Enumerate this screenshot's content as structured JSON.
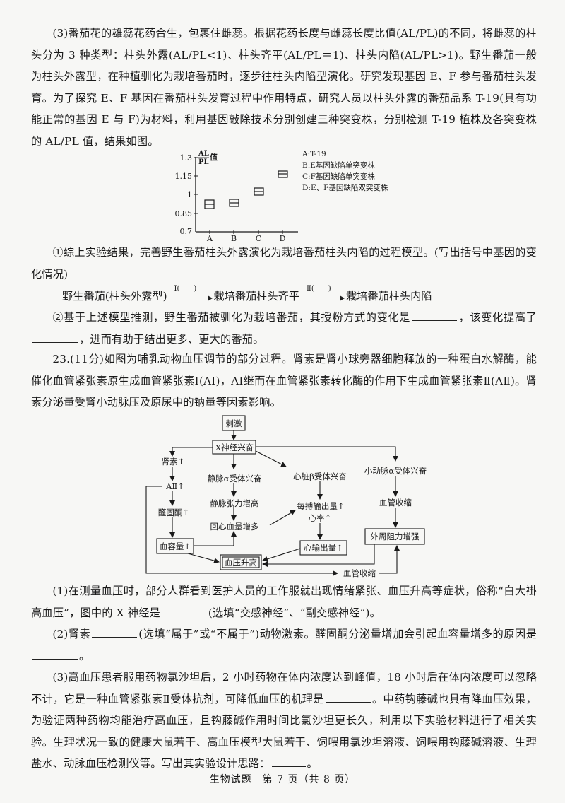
{
  "q22_part3": {
    "intro": "(3)番茄花的雄蕊花药合生，包裹住雌蕊。根据花药长度与雌蕊长度比值(AL/PL)的不同，将雌蕊的柱头分为 3 种类型：柱头外露(AL/PL<1)、柱头齐平(AL/PL＝1)、柱头内陷(AL/PL>1)。野生番茄一般为柱头外露型，在种植驯化为栽培番茄时，逐步往柱头内陷型演化。研究发现基因 E、F 参与番茄柱头发育。为了探究 E、F 基因在番茄柱头发育过程中作用特点，研究人员以柱头外露的番茄品系 T-19(具有功能正常的基因 E 与 F)为材料，利用基因敲除技术分别创建三种突变株，分别检测 T-19 植株及各突变株的 AL/PL 值，结果如图。",
    "sub1": "①综上实验结果，完善野生番茄柱头外露演化为栽培番茄柱头内陷的过程模型。(写出括号中基因的变化情况)",
    "model": {
      "start": "野生番茄(柱头外露型)",
      "arrow1_label": "Ⅰ(　　)",
      "middle": "栽培番茄柱头齐平",
      "arrow2_label": "Ⅱ(　　)",
      "end": "栽培番茄柱头内陷"
    },
    "sub2_a": "②基于上述模型推测，野生番茄被驯化为栽培番茄，其授粉方式的变化是",
    "sub2_b": "，该变化提高了",
    "sub2_c": "，进而有助于结出更多、更大的番茄。"
  },
  "chart_data": {
    "type": "scatter",
    "title": "",
    "xlabel": "",
    "ylabel": "AL/PL值",
    "categories": [
      "A",
      "B",
      "C",
      "D"
    ],
    "values": [
      0.92,
      0.93,
      1.01,
      1.16
    ],
    "yticks": [
      0.7,
      0.85,
      1,
      1.15,
      1.3
    ],
    "ylim": [
      0.7,
      1.3
    ],
    "grid": false,
    "marker": "box-with-midline",
    "legend": [
      "A:T-19",
      "B:E基因缺陷单突变株",
      "C:F基因缺陷单突变株",
      "D:E、F基因缺陷双突变株"
    ],
    "legend_position": "right"
  },
  "q23": {
    "intro": "23.(11分)如图为哺乳动物血压调节的部分过程。肾素是肾小球旁器细胞释放的一种蛋白水解酶，能催化血管紧张素原生成血管紧张素Ⅰ(AⅠ)，AⅠ继而在血管紧张素转化酶的作用下生成血管紧张素Ⅱ(AⅡ)。肾素分泌量受肾小动脉压及原尿中的钠量等因素影响。",
    "diagram": {
      "stimulus": "刺激",
      "x_nerve": "X神经兴奋",
      "renin": "肾素↑",
      "a2": "AⅡ↑",
      "aldosterone": "醛固酮↑",
      "blood_volume": "血容量↑",
      "bp_rise": "血压升高",
      "vein_alpha": "静脉α受体兴奋",
      "vein_tension": "静脉张力增高",
      "venous_return": "回心血量增多",
      "heart_beta": "心脏β受体兴奋",
      "stroke_volume": "每搏输出量↑",
      "heart_rate": "心率↑",
      "cardiac_output": "心输出量↑",
      "arteriole_alpha": "小动脉α受体兴奋",
      "vasoconstriction": "血管收缩",
      "peripheral_resistance": "外周阻力增强",
      "vasoconstriction_bottom": "血管收缩"
    },
    "p1_a": "(1)在测量血压时，部分人群看到医护人员的工作服就出现情绪紧张、血压升高等症状，俗称“白大褂高血压”，图中的 X 神经是",
    "p1_b": "(选填“交感神经”、“副交感神经”)。",
    "p2_a": "(2)肾素",
    "p2_b": "(选填“属于”或“不属于”)动物激素。醛固酮分泌量增加会引起血容量增多的原因是",
    "p2_c": "。",
    "p3_a": "(3)高血压患者服用药物氯沙坦后，2 小时药物在体内浓度达到峰值，18 小时后在体内浓度可以忽略不计，它是一种血管紧张素Ⅱ受体抗剂，可降低血压的机理是",
    "p3_b": "。中药钩藤碱也具有降血压效果，为验证两种药物均能治疗高血压，且钩藤碱作用时间比氯沙坦更长久，利用以下实验材料进行了相关实验。生理状况一致的健康大鼠若干、高血压模型大鼠若干、饲喂用氯沙坦溶液、饲喂用钩藤碱溶液、生理盐水、动脉血压检测仪等。写出其实验设计思路：",
    "p3_c": "。"
  },
  "footer": "生物试题　第 7 页（共 8 页）"
}
